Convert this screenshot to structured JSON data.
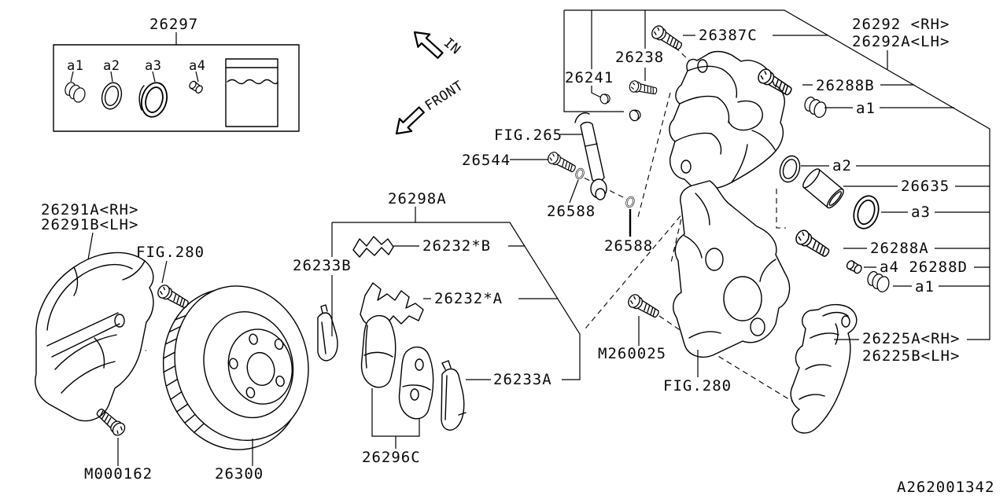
{
  "diagram": {
    "title_code": "A262001342",
    "direction": {
      "in": "IN",
      "front": "FRONT"
    },
    "labels": {
      "kit": "26297",
      "kit_a1": "a1",
      "kit_a2": "a2",
      "kit_a3": "a3",
      "kit_a4": "a4",
      "p26241": "26241",
      "p26238": "26238",
      "p26387c": "26387C",
      "p26292_rh": "26292 <RH>",
      "p26292_lh": "26292A<LH>",
      "p26288b": "26288B",
      "a1_top": "a1",
      "fig265": "FIG.265",
      "p26544": "26544",
      "p26588_a": "26588",
      "p26588_b": "26588",
      "a2": "a2",
      "p26635": "26635",
      "a3": "a3",
      "p26288a": "26288A",
      "a4_26288d": "a4 26288D",
      "a1_side": "a1",
      "p26291_rh": "26291A<RH>",
      "p26291_lh": "26291B<LH>",
      "fig280_left": "FIG.280",
      "fig280_right": "FIG.280",
      "p26298a": "26298A",
      "p26233b": "26233B",
      "p26232b": "26232*B",
      "p26232a": "26232*A",
      "p26233a": "26233A",
      "p26296c": "26296C",
      "m260025": "M260025",
      "m000162": "M000162",
      "p26300": "26300",
      "p26225_rh": "26225A<RH>",
      "p26225_lh": "26225B<LH>"
    }
  }
}
